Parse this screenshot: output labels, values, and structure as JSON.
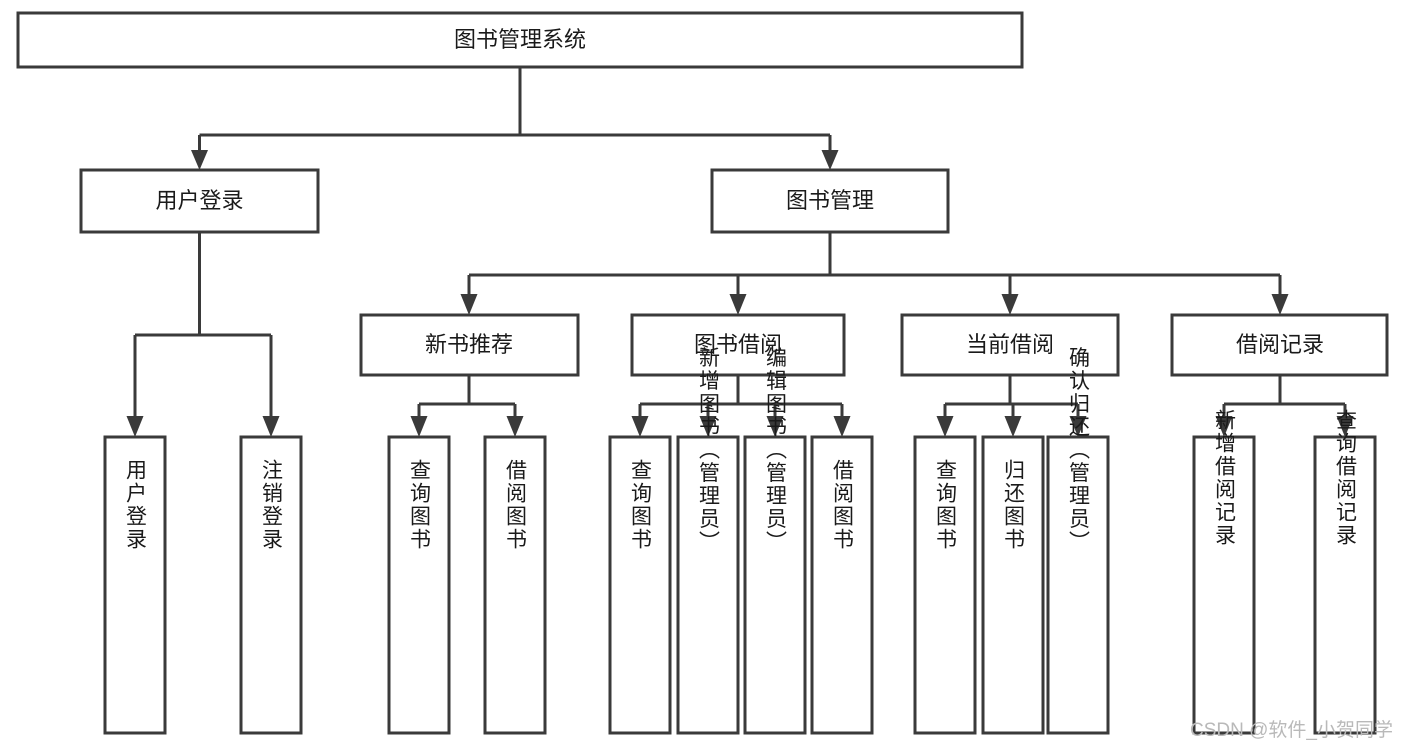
{
  "diagram": {
    "type": "tree-hierarchy",
    "title": "图书管理系统",
    "watermark": "CSDN @软件_小贺同学",
    "colors": {
      "box_stroke": "#3a3a3a",
      "box_fill": "#ffffff",
      "connector": "#3a3a3a",
      "text": "#1a1a1a",
      "watermark": "#b9b9b9",
      "background": "#ffffff"
    },
    "root": {
      "label": "图书管理系统"
    },
    "level2": [
      {
        "label": "用户登录"
      },
      {
        "label": "图书管理"
      }
    ],
    "level3": [
      {
        "label": "新书推荐"
      },
      {
        "label": "图书借阅"
      },
      {
        "label": "当前借阅"
      },
      {
        "label": "借阅记录"
      }
    ],
    "leaves": {
      "user_login": [
        {
          "label": "用户登录"
        },
        {
          "label": "注销登录"
        }
      ],
      "new_book": [
        {
          "label": "查询图书"
        },
        {
          "label": "借阅图书"
        }
      ],
      "book_borrow": [
        {
          "label": "查询图书"
        },
        {
          "label": "新增图书（管理员）"
        },
        {
          "label": "编辑图书（管理员）"
        },
        {
          "label": "借阅图书"
        }
      ],
      "current_borrow": [
        {
          "label": "查询图书"
        },
        {
          "label": "归还图书"
        },
        {
          "label": "确认归还（管理员）"
        }
      ],
      "borrow_record": [
        {
          "label": "新增借阅记录"
        },
        {
          "label": "查询借阅记录"
        }
      ]
    }
  }
}
